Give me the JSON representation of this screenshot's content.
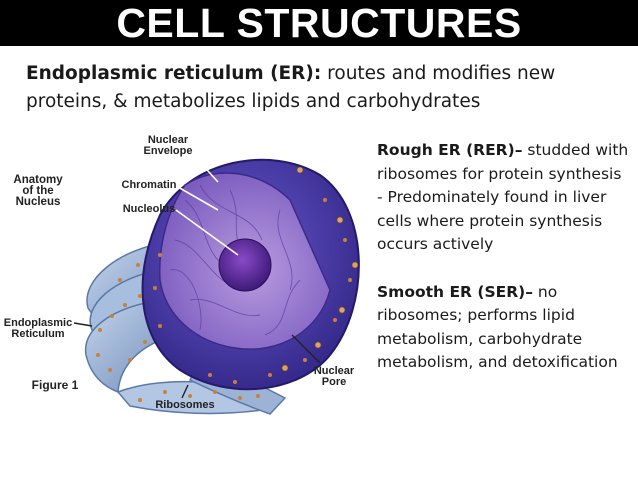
{
  "slide": {
    "title": "CELL STRUCTURES",
    "intro": {
      "term": "Endoplasmic reticulum (ER):",
      "text": "routes and modifies new proteins, & metabolizes lipids and carbohydrates"
    },
    "rer": {
      "term": "Rough ER (RER)–",
      "text": "studded with ribosomes for protein synthesis",
      "note": "- Predominately found in liver cells where protein synthesis occurs actively"
    },
    "ser": {
      "term": "Smooth ER (SER)–",
      "text": "no ribosomes; performs lipid metabolism, carbohydrate metabolism, and detoxification"
    }
  },
  "figure": {
    "heading_line1": "Anatomy",
    "heading_line2": "of the",
    "heading_line3": "Nucleus",
    "label_nuclear_envelope_1": "Nuclear",
    "label_nuclear_envelope_2": "Envelope",
    "label_chromatin": "Chromatin",
    "label_nucleolus": "Nucleolus",
    "label_er_1": "Endoplasmic",
    "label_er_2": "Reticulum",
    "label_figure": "Figure 1",
    "label_ribosomes": "Ribosomes",
    "label_pore_1": "Nuclear",
    "label_pore_2": "Pore"
  },
  "colors": {
    "title_bg": "#000000",
    "title_text": "#ffffff",
    "envelope": "#4a3aa8",
    "nucleoplasm": "#9a78d0",
    "nucleolus": "#5a2a9a",
    "er": "#9eb6d8"
  }
}
